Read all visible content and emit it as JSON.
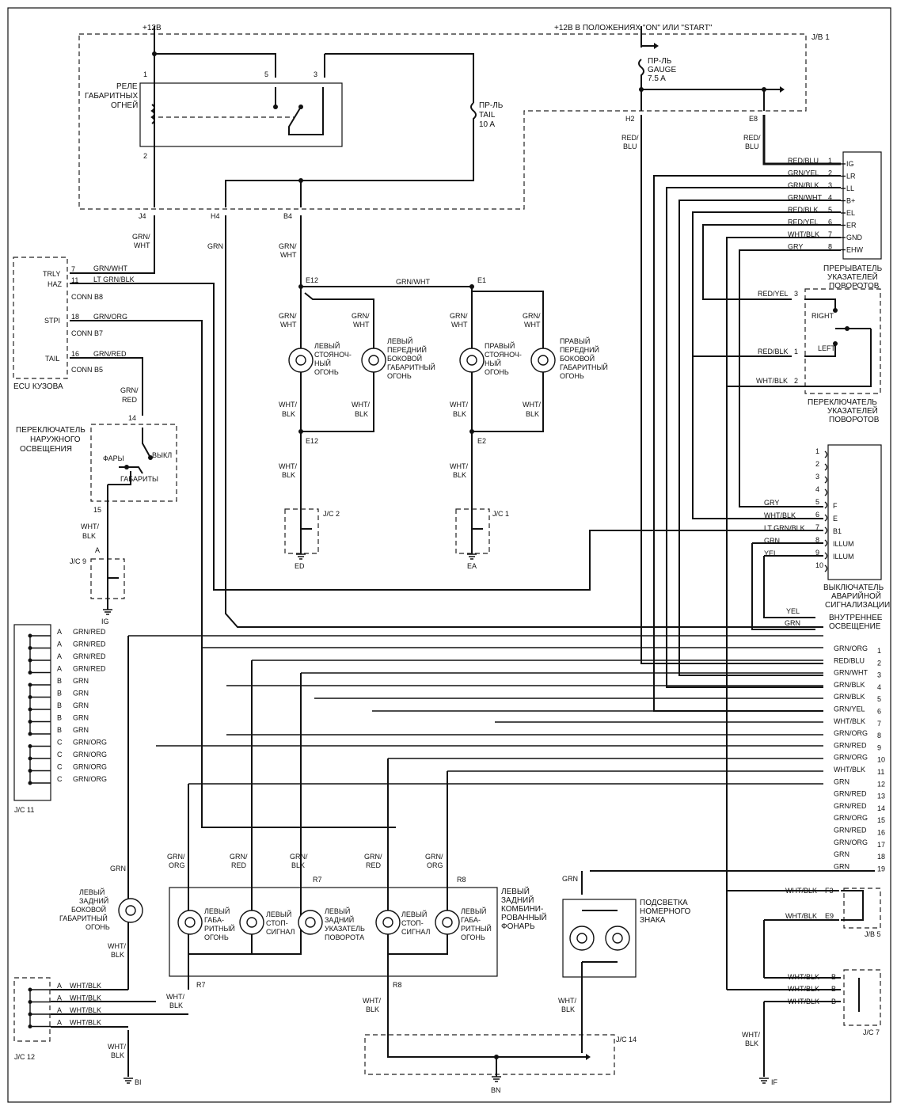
{
  "supply": {
    "b12": "+12В",
    "on_start": "+12В В ПОЛОЖЕНИЯХ \"ON\" ИЛИ \"START\"",
    "jb1": "J/B 1"
  },
  "relay": {
    "l1": "РЕЛЕ",
    "l2": "ГАБАРИТНЫХ",
    "l3": "ОГНЕЙ",
    "p1": "1",
    "p2": "2",
    "p3": "3",
    "p5": "5"
  },
  "fuse_tail": {
    "l1": "ПР-ЛЬ",
    "l2": "TAIL",
    "l3": "10 A"
  },
  "fuse_gauge": {
    "l1": "ПР-ЛЬ",
    "l2": "GAUGE",
    "l3": "7.5 A"
  },
  "jb_pins": {
    "j4": "J4",
    "h4": "H4",
    "b4": "B4",
    "h2": "H2",
    "e8": "E8"
  },
  "wires": {
    "grn": "GRN",
    "grn_wht": "GRN/WHT",
    "grn_red": "GRN/RED",
    "grn_org": "GRN/ORG",
    "grn_blk": "GRN/BLK",
    "grn_yel": "GRN/YEL",
    "wht_blk": "WHT/BLK",
    "red_blu": "RED/BLU",
    "red_blk": "RED/BLK",
    "red_yel": "RED/YEL",
    "lt_grn_blk": "LT GRN/BLK",
    "gry": "GRY",
    "yel": "YEL",
    "grn_s": "GRN/",
    "wht_s": "WHT",
    "wht_s2": "WHT/",
    "blk_s": "BLK",
    "red_s": "RED/",
    "blu_s": "BLU",
    "org_s": "ORG",
    "red2": "RED"
  },
  "ecu": {
    "title": "ECU  КУЗОВА",
    "trly": "TRLY",
    "haz": "HAZ",
    "stpi": "STPI",
    "tail": "TAIL",
    "conn_b8": "CONN B8",
    "conn_b7": "CONN B7",
    "conn_b5": "CONN B5",
    "p7": "7",
    "p11": "11",
    "p18": "18",
    "p16": "16"
  },
  "light_switch": {
    "l1": "ПЕРЕКЛЮЧАТЕЛЬ",
    "l2": "НАРУЖНОГО",
    "l3": "ОСВЕЩЕНИЯ",
    "headlights": "ФАРЫ",
    "off": "ВЫКЛ",
    "parking": "ГАБАРИТЫ",
    "p14": "14",
    "p15": "15"
  },
  "front_lamps": {
    "left_parking": [
      "ЛЕВЫЙ",
      "СТОЯНОЧ-",
      "НЫЙ",
      "ОГОНЬ"
    ],
    "left_side": [
      "ЛЕВЫЙ",
      "ПЕРЕДНИЙ",
      "БОКОВОЙ",
      "ГАБАРИТНЫЙ",
      "ОГОНЬ"
    ],
    "right_parking": [
      "ПРАВЫЙ",
      "СТОЯНОЧ-",
      "НЫЙ",
      "ОГОНЬ"
    ],
    "right_side": [
      "ПРАВЫЙ",
      "ПЕРЕДНИЙ",
      "БОКОВОЙ",
      "ГАБАРИТНЫЙ",
      "ОГОНЬ"
    ]
  },
  "connectors": {
    "e12": "E12",
    "e1": "E1",
    "e2": "E2",
    "jc2": "J/C 2",
    "jc1": "J/C 1",
    "jc9": "J/C 9",
    "jc11": "J/C 11",
    "jc12": "J/C 12",
    "jc14": "J/C 14",
    "jb5": "J/B 5",
    "jc7": "J/C 7",
    "r7": "R7",
    "r8": "R8",
    "f3": "F3",
    "e9": "E9"
  },
  "grounds": {
    "ed": "ED",
    "ea": "EA",
    "ig": "IG",
    "bi": "BI",
    "bn": "BN",
    "if": "IF"
  },
  "flasher": {
    "l1": "ПРЕРЫВАТЕЛЬ",
    "l2": "УКАЗАТЕЛЕЙ",
    "l3": "ПОВОРОТОВ",
    "pins": [
      "IG",
      "LR",
      "LL",
      "B+",
      "EL",
      "ER",
      "GND",
      "EHW"
    ],
    "wires": [
      "RED/BLU",
      "GRN/YEL",
      "GRN/BLK",
      "GRN/WHT",
      "RED/BLK",
      "RED/YEL",
      "WHT/BLK",
      "GRY"
    ]
  },
  "turn_switch": {
    "l1": "ПЕРЕКЛЮЧАТЕЛЬ",
    "l2": "УКАЗАТЕЛЕЙ",
    "l3": "ПОВОРОТОВ",
    "right": "RIGHT",
    "left": "LEFT"
  },
  "hazard": {
    "l1": "ВЫКЛЮЧАТЕЛЬ",
    "l2": "АВАРИЙНОЙ",
    "l3": "СИГНАЛИЗАЦИИ",
    "f": "F",
    "e": "E",
    "b1": "B1",
    "illum": "ILLUM",
    "interior1": "ВНУТРЕННЕЕ",
    "interior2": "ОСВЕЩЕНИЕ"
  },
  "jc11_rows": [
    {
      "c": "A",
      "w": "GRN/RED"
    },
    {
      "c": "A",
      "w": "GRN/RED"
    },
    {
      "c": "A",
      "w": "GRN/RED"
    },
    {
      "c": "A",
      "w": "GRN/RED"
    },
    {
      "c": "B",
      "w": "GRN"
    },
    {
      "c": "B",
      "w": "GRN"
    },
    {
      "c": "B",
      "w": "GRN"
    },
    {
      "c": "B",
      "w": "GRN"
    },
    {
      "c": "B",
      "w": "GRN"
    },
    {
      "c": "C",
      "w": "GRN/ORG"
    },
    {
      "c": "C",
      "w": "GRN/ORG"
    },
    {
      "c": "C",
      "w": "GRN/ORG"
    },
    {
      "c": "C",
      "w": "GRN/ORG"
    }
  ],
  "trailer": [
    {
      "n": "1",
      "w": "GRN/ORG"
    },
    {
      "n": "2",
      "w": "RED/BLU"
    },
    {
      "n": "3",
      "w": "GRN/WHT"
    },
    {
      "n": "4",
      "w": "GRN/BLK"
    },
    {
      "n": "5",
      "w": "GRN/BLK"
    },
    {
      "n": "6",
      "w": "GRN/YEL"
    },
    {
      "n": "7",
      "w": "WHT/BLK"
    },
    {
      "n": "8",
      "w": "GRN/ORG"
    },
    {
      "n": "9",
      "w": "GRN/RED"
    },
    {
      "n": "10",
      "w": "GRN/ORG"
    },
    {
      "n": "11",
      "w": "WHT/BLK"
    },
    {
      "n": "12",
      "w": "GRN"
    },
    {
      "n": "13",
      "w": "GRN/RED"
    },
    {
      "n": "14",
      "w": "GRN/RED"
    },
    {
      "n": "15",
      "w": "GRN/ORG"
    },
    {
      "n": "16",
      "w": "GRN/RED"
    },
    {
      "n": "17",
      "w": "GRN/ORG"
    },
    {
      "n": "18",
      "w": "GRN"
    },
    {
      "n": "19",
      "w": "GRN"
    }
  ],
  "rear_lamps": {
    "left_side": [
      "ЛЕВЫЙ",
      "ЗАДНИЙ",
      "БОКОВОЙ",
      "ГАБАРИТНЫЙ",
      "ОГОНЬ"
    ],
    "lamp_tail1": [
      "ЛЕВЫЙ",
      "ГАБА-",
      "РИТНЫЙ",
      "ОГОНЬ"
    ],
    "lamp_stop1": [
      "ЛЕВЫЙ",
      "СТОП-",
      "СИГНАЛ"
    ],
    "lamp_turn": [
      "ЛЕВЫЙ",
      "ЗАДНИЙ",
      "УКАЗАТЕЛЬ",
      "ПОВОРОТА"
    ],
    "lamp_stop2": [
      "ЛЕВЫЙ",
      "СТОП-",
      "СИГНАЛ"
    ],
    "lamp_tail2": [
      "ЛЕВЫЙ",
      "ГАБА-",
      "РИТНЫЙ",
      "ОГОНЬ"
    ],
    "combo": [
      "ЛЕВЫЙ",
      "ЗАДНИЙ",
      "КОМБИНИ-",
      "РОВАННЫЙ",
      "ФОНАРЬ"
    ],
    "plate": [
      "ПОДСВЕТКА",
      "НОМЕРНОГО",
      "ЗНАКА"
    ]
  }
}
